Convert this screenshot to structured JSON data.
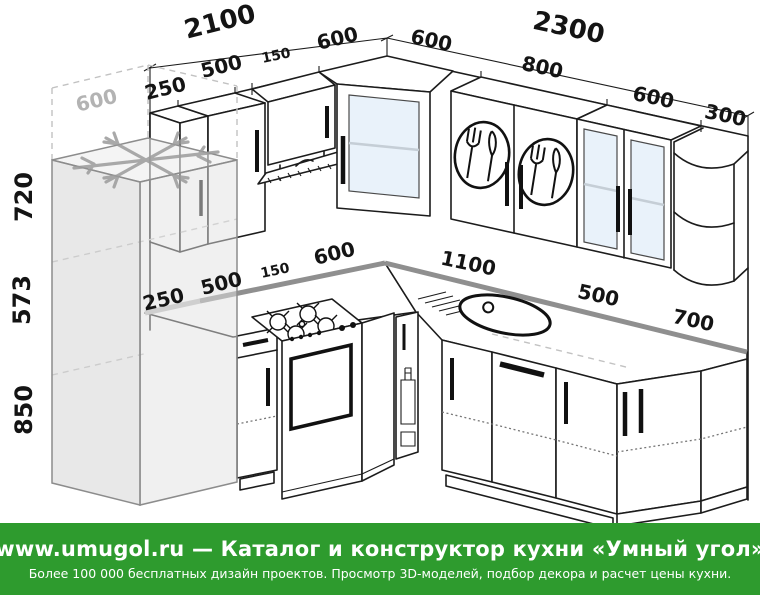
{
  "dims": {
    "left_total": "2100",
    "right_total": "2300",
    "upper_left": [
      "250",
      "500",
      "150",
      "600"
    ],
    "corner_right": "600",
    "upper_right": [
      "800",
      "600",
      "300"
    ],
    "clearance_depth": "600",
    "heights": [
      "720",
      "573",
      "850"
    ],
    "base_left": [
      "250",
      "500",
      "150",
      "600"
    ],
    "base_right": [
      "1100",
      "500",
      "700"
    ]
  },
  "footer": {
    "title": "www.umugol.ru — Каталог и конструктор кухни «Умный угол»",
    "subtitle": "Более 100 000 бесплатных дизайн проектов. Просмотр 3D-моделей, подбор декора и расчет цены кухни."
  },
  "colors": {
    "footer_green": "#2e9b2e",
    "line": "#1c1c1c",
    "glass_blue": "#e9f2fa",
    "counter_edge_grey": "#8f8f8f",
    "ghost_grey": "#b3b3b3"
  }
}
